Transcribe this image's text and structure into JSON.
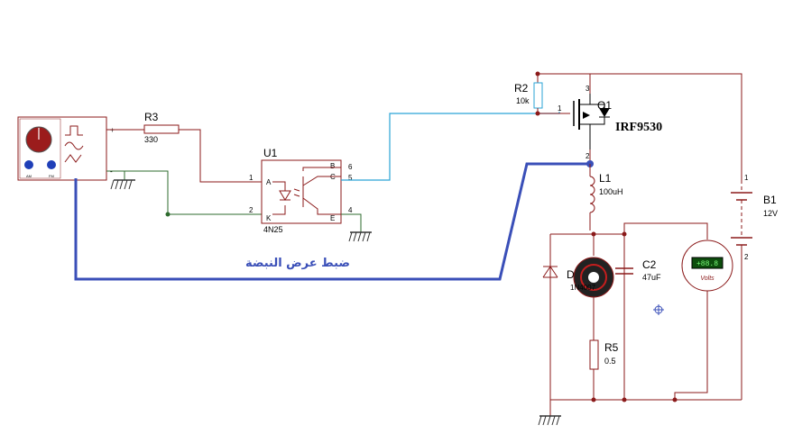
{
  "components": {
    "r3": {
      "ref": "R3",
      "value": "330"
    },
    "r2": {
      "ref": "R2",
      "value": "10k"
    },
    "r5": {
      "ref": "R5",
      "value": "0.5"
    },
    "u1": {
      "ref": "U1",
      "part": "4N25",
      "pins": {
        "p1": "1",
        "p2": "2",
        "p4": "4",
        "p5": "5",
        "p6": "6",
        "a": "A",
        "k": "K",
        "b": "B",
        "c": "C",
        "e": "E"
      }
    },
    "q1": {
      "ref": "Q1",
      "part": "IRF9530",
      "pins": {
        "g": "1",
        "s": "3",
        "d": "2"
      }
    },
    "l1": {
      "ref": "L1",
      "value": "100uH"
    },
    "c2": {
      "ref": "C2",
      "value": "47uF"
    },
    "b1": {
      "ref": "B1",
      "value": "12V",
      "pins": {
        "pos": "1",
        "neg": "2"
      }
    },
    "d1": {
      "ref": "D",
      "part": "1N4007"
    },
    "voltmeter": {
      "reading": "+88.8",
      "unit": "Volts"
    },
    "generator": {
      "plus": "+",
      "minus": "-",
      "knob1": "AM",
      "knob2": "FM"
    }
  },
  "annotation": "ضبط عرض النبضة",
  "colors": {
    "wire": "#8b1a1a",
    "ground_wire": "#2e6b2e",
    "feedback": "#3a4fb8",
    "gate_wire": "#2aa3d6"
  }
}
